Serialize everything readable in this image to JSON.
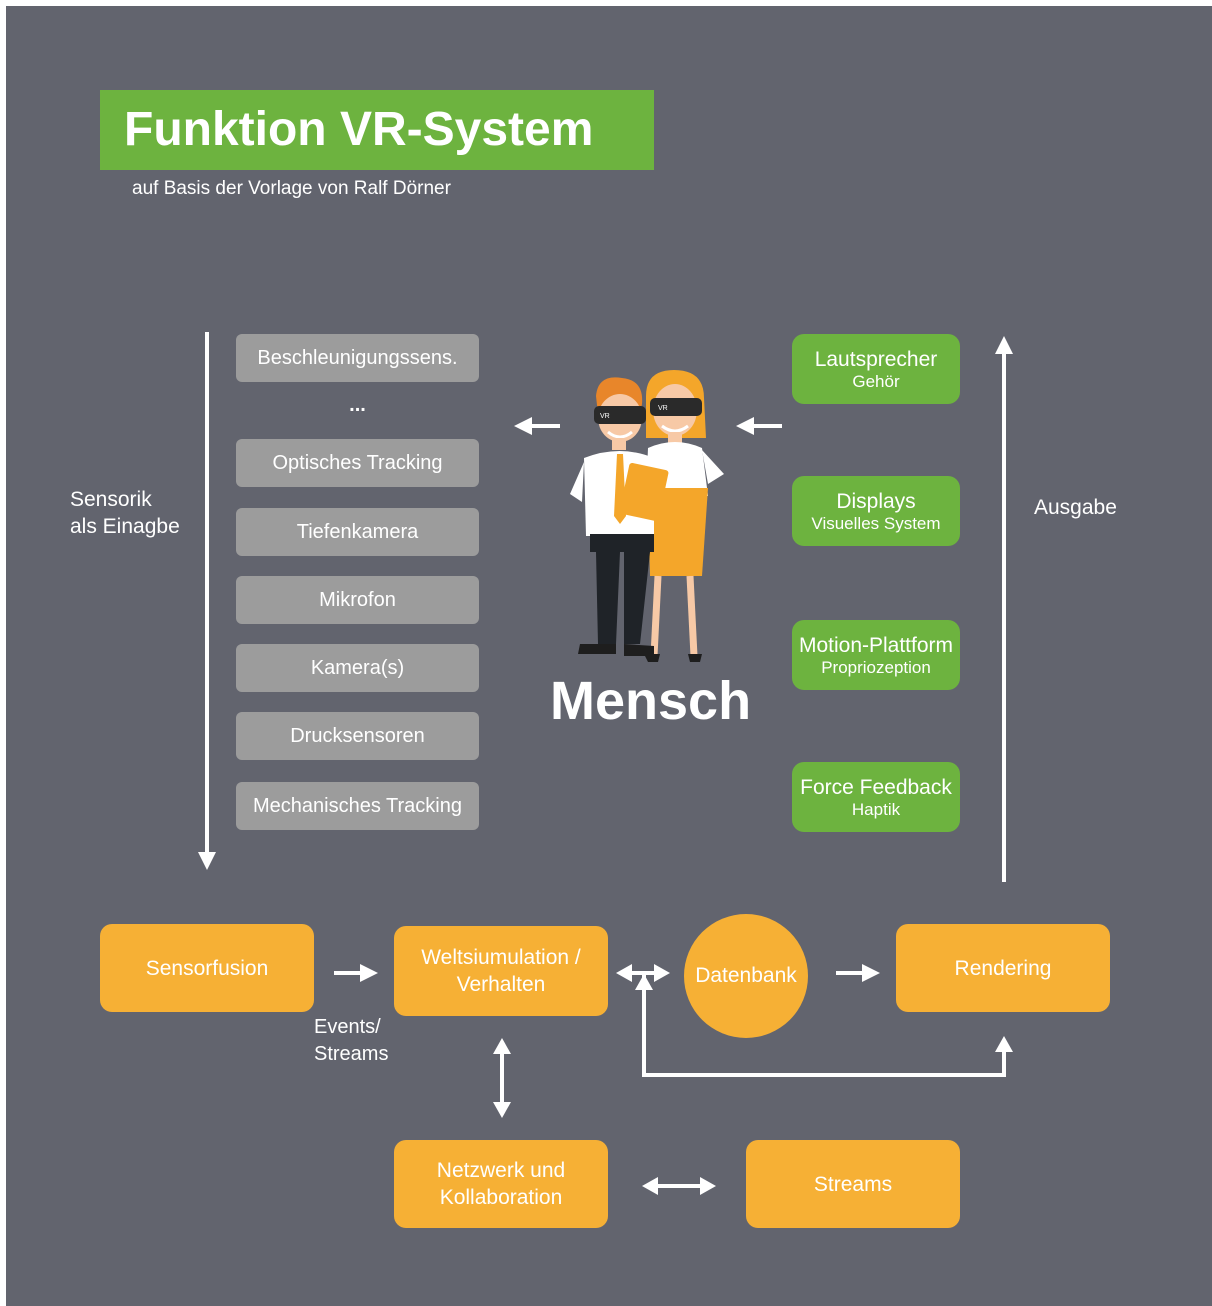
{
  "header": {
    "title": "Funktion VR-System",
    "subtitle": "auf Basis der Vorlage von Ralf Dörner"
  },
  "labels": {
    "sensorik_line1": "Sensorik",
    "sensorik_line2": "als Einagbe",
    "ausgabe": "Ausgabe",
    "mensch": "Mensch",
    "events_line1": "Events/",
    "events_line2": "Streams"
  },
  "sensors": {
    "beschleunigung": "Beschleunigungssens.",
    "ellipsis": "...",
    "optisch": "Optisches Tracking",
    "tiefenkamera": "Tiefenkamera",
    "mikrofon": "Mikrofon",
    "kamera": "Kamera(s)",
    "druck": "Drucksensoren",
    "mechanisch": "Mechanisches Tracking"
  },
  "outputs": {
    "lautsprecher": {
      "main": "Lautsprecher",
      "sub": "Gehör"
    },
    "displays": {
      "main": "Displays",
      "sub": "Visuelles System"
    },
    "motion": {
      "main": "Motion-Plattform",
      "sub": "Propriozeption"
    },
    "force": {
      "main": "Force Feedback",
      "sub": "Haptik"
    }
  },
  "process": {
    "sensorfusion": "Sensorfusion",
    "welt_line1": "Weltsiumulation /",
    "welt_line2": "Verhalten",
    "datenbank": "Datenbank",
    "rendering": "Rendering",
    "netzwerk_line1": "Netzwerk und",
    "netzwerk_line2": "Kollaboration",
    "streams": "Streams"
  },
  "illustration": {
    "headset_text": "VR"
  },
  "colors": {
    "background": "#62646e",
    "green": "#6db33f",
    "orange": "#f6b035",
    "gray_box": "#9c9c9c",
    "arrow": "#ffffff"
  }
}
